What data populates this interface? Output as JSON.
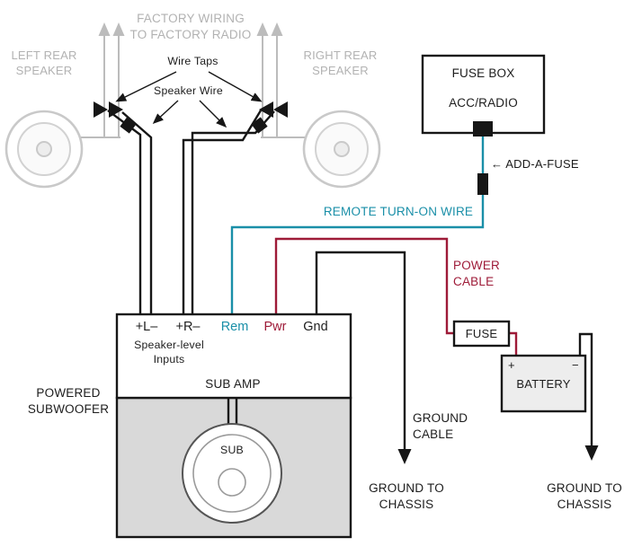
{
  "colors": {
    "gray_text": "#b2b2b2",
    "gray_line": "#bcbcbc",
    "teal": "#1a8fa8",
    "dark_red": "#9e1b38",
    "wire_black": "#161616",
    "enclosure_fill": "#d9d9d9",
    "battery_fill": "#ededed"
  },
  "factory": {
    "wiring_label": "FACTORY WIRING\nTO FACTORY RADIO",
    "left_speaker": "LEFT REAR\nSPEAKER",
    "right_speaker": "RIGHT REAR\nSPEAKER"
  },
  "callouts": {
    "wire_taps": "Wire Taps",
    "speaker_wire": "Speaker Wire",
    "add_a_fuse": "← ADD-A-FUSE",
    "remote_turn_on": "REMOTE TURN-ON WIRE",
    "power_cable": "POWER\nCABLE",
    "ground_cable": "GROUND\nCABLE",
    "ground_to_chassis_left": "GROUND TO\nCHASSIS",
    "ground_to_chassis_right": "GROUND TO\nCHASSIS"
  },
  "fuse_box": {
    "title": "FUSE BOX",
    "circuit": "ACC/RADIO"
  },
  "inline_fuse": {
    "label": "FUSE"
  },
  "battery": {
    "label": "BATTERY",
    "positive": "+",
    "negative": "−"
  },
  "amp": {
    "terminals": [
      {
        "label": "+L–"
      },
      {
        "label": "+R–"
      },
      {
        "label": "Rem"
      },
      {
        "label": "Pwr"
      },
      {
        "label": "Gnd"
      }
    ],
    "inputs_label": "Speaker-level\nInputs",
    "name": "SUB AMP"
  },
  "subwoofer": {
    "label": "POWERED\nSUBWOOFER",
    "driver": "SUB"
  }
}
